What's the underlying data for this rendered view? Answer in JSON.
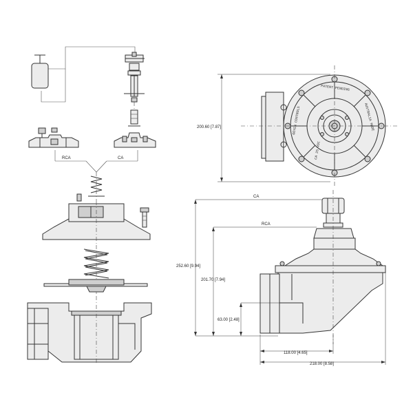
{
  "labels": {
    "rca_small": "RCA",
    "ca_small": "CA",
    "ca_dim": "CA",
    "rca_dim": "RCA",
    "dim_height_front": "200.60 [7.87]",
    "dim_overall_height": "252.60 [9.94]",
    "dim_body_height": "201.70 [7.94]",
    "dim_port_height": "63.00 [2.48]",
    "dim_port_offset": "118.00 [4.65]",
    "dim_overall_width": "218.00 [8.58]"
  },
  "face_text": {
    "brand": "GOYEN CONTROLS",
    "top": "PATENT PENDING",
    "right": "AUSTRALIA MADE",
    "bottom": "CA 25 VDC"
  }
}
